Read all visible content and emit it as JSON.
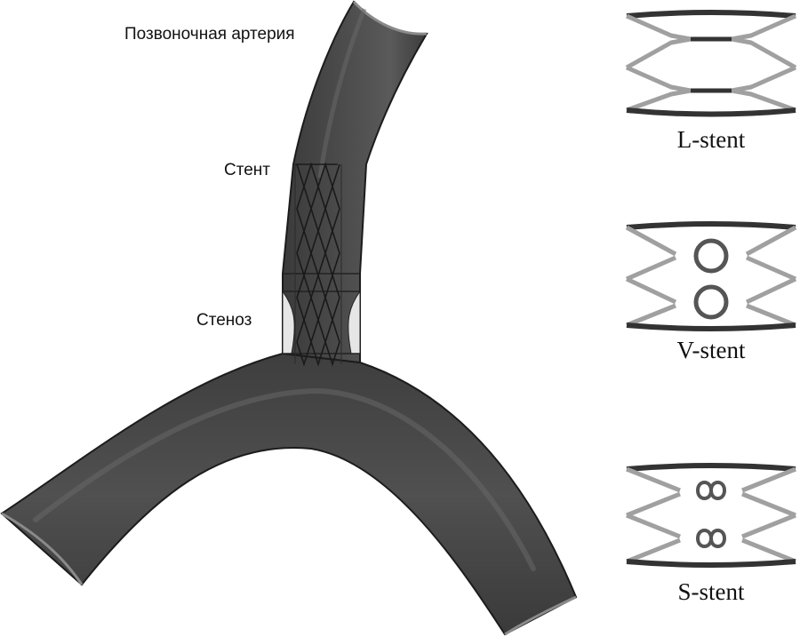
{
  "labels": {
    "vertebral_artery": "Позвоночная артерия",
    "stent": "Стент",
    "stenosis": "Стеноз"
  },
  "stent_types": [
    {
      "name": "L-stent"
    },
    {
      "name": "V-stent"
    },
    {
      "name": "S-stent"
    }
  ],
  "colors": {
    "vessel": "#4a4a4a",
    "vessel_dark": "#3a3a3a",
    "outline": "#1c1c1c",
    "stent_light": "#a0a0a0",
    "stent_dark": "#333333"
  }
}
